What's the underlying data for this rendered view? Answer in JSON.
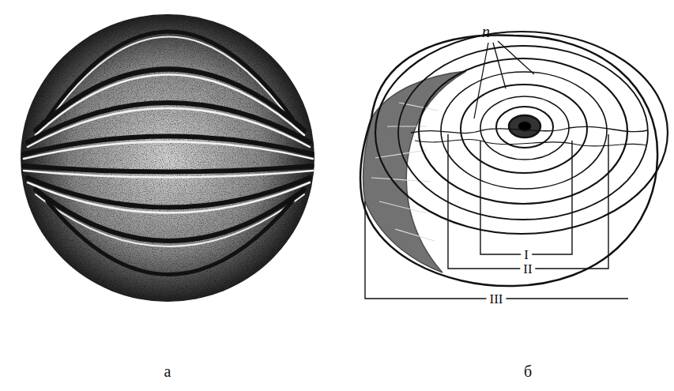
{
  "diagram": {
    "labels": [
      "п",
      "I",
      "II",
      "III",
      "а",
      "б"
    ]
  }
}
